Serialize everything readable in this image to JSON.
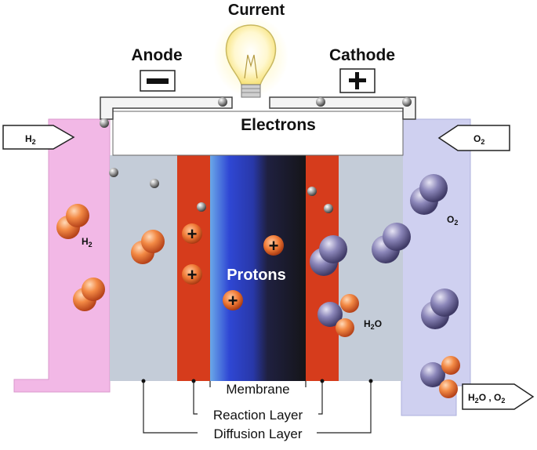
{
  "labels": {
    "current": "Current",
    "anode": "Anode",
    "cathode": "Cathode",
    "anode_sign": "−",
    "cathode_sign": "+",
    "electrons": "Electrons",
    "h2_inlet": "H",
    "h2_inlet_sub": "2",
    "o2_inlet": "O",
    "o2_inlet_sub": "2",
    "h2_molecule": "H",
    "h2_molecule_sub": "2",
    "o2_molecule": "O",
    "o2_molecule_sub": "2",
    "h2o_molecule": "H",
    "h2o_molecule_sub": "2",
    "h2o_molecule_tail": "O",
    "outlet_h": "H",
    "outlet_h_sub": "2",
    "outlet_o": "O , O",
    "outlet_o_sub": "2",
    "protons": "Protons",
    "proton_sign": "+",
    "membrane": "Membrane",
    "reaction_layer": "Reaction Layer",
    "diffusion_layer": "Diffusion Layer"
  },
  "colors": {
    "anode_channel": "#f2b8e6",
    "cathode_channel": "#c9c9ee",
    "diffusion_layer": "#c2cbd8",
    "reaction_layer": "#d63c1c",
    "membrane_blue": "#3a4fd0",
    "membrane_dark": "#1e1e28",
    "hydrogen": "#f08040",
    "oxygen": "#7a74a8",
    "electron": "#8a8a8a"
  }
}
